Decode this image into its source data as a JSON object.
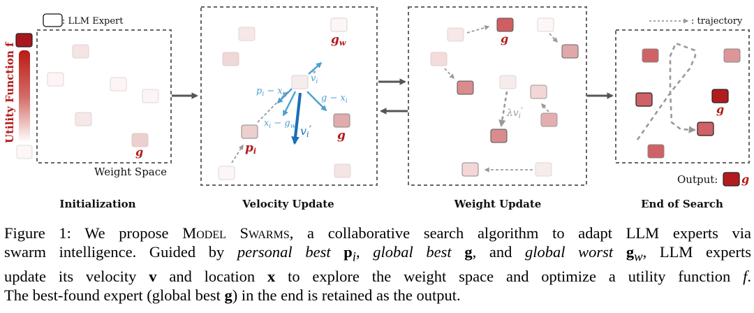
{
  "figure": {
    "legend_expert": ": LLM Expert",
    "legend_trajectory": ": trajectory",
    "utility_axis_label": "Utility Function f",
    "weight_space_label": "Weight Space",
    "output_label": "Output:",
    "panels": [
      {
        "label": "Initialization"
      },
      {
        "label": "Velocity Update"
      },
      {
        "label": "Weight Update"
      },
      {
        "label": "End of Search"
      }
    ],
    "symbols": {
      "g": "g",
      "gw_base": "g",
      "gw_sub": "w",
      "pi_base": "p",
      "pi_sub": "i",
      "vi": "v",
      "vi_sub": "i",
      "vi_prime": "v",
      "vi_prime_sub": "i",
      "prime": "′",
      "lambda": "λ",
      "pi_minus_xi": "p",
      "g_minus_xi": "g − x",
      "xi_minus_gw": "x",
      "minus": " − ",
      "x": "x",
      "i": "i",
      "w": "w"
    },
    "colors": {
      "accent_red": "#b01c1c",
      "arrow_blue": "#4a9fd0",
      "arrow_blue_dark": "#1a6fb8",
      "dash_gray": "#666666"
    }
  },
  "caption": {
    "l1a": "Figure 1: We propose ",
    "sc1": "Model Swarms",
    "l1b": ", a collaborative search algorithm to adapt LLM experts via",
    "l2a": "swarm intelligence. Guided by ",
    "pb": "personal best",
    "pi": "p",
    "pi_sub": "i",
    "l2b": ", ",
    "gb": "global best",
    "g": "g",
    "l2c": ", and ",
    "gw": "global worst",
    "gw_base": "g",
    "gw_sub": "w",
    "l2d": ", LLM experts",
    "l3a": "update its velocity ",
    "v": "v",
    "l3b": " and location ",
    "x": "x",
    "l3c": " to explore the weight space and optimize a utility function ",
    "f": "f",
    "l3d": ".",
    "l4a": "The best-found expert (global best ",
    "g2": "g",
    "l4b": ") in the end is retained as the output."
  }
}
